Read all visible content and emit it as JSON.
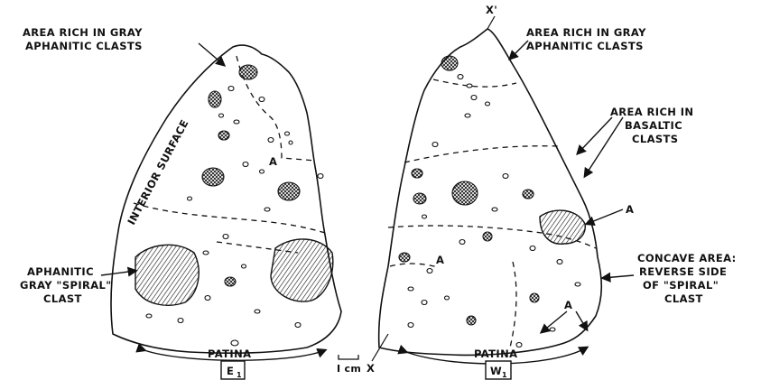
{
  "left_specimen": {
    "label_rich_gray": [
      "AREA RICH IN GRAY",
      "APHANITIC CLASTS"
    ],
    "label_interior": "INTERIOR SURFACE",
    "label_spiral": [
      "APHANITIC",
      "GRAY \"SPIRAL\"",
      "CLAST"
    ],
    "label_patina": "PATINA",
    "marker_a": "A",
    "id_label": "E",
    "id_subscript": "1"
  },
  "right_specimen": {
    "label_rich_gray": [
      "AREA RICH IN GRAY",
      "APHANITIC CLASTS"
    ],
    "label_basaltic": [
      "AREA RICH IN",
      "BASALTIC",
      "CLASTS"
    ],
    "label_concave": [
      "CONCAVE AREA:",
      "REVERSE SIDE",
      "OF \"SPIRAL\"",
      "CLAST"
    ],
    "label_patina": "PATINA",
    "marker_a": "A",
    "axis_x": "X",
    "axis_x_prime": "X'",
    "id_label": "W",
    "id_subscript": "1"
  },
  "scale_bar": {
    "label": "I cm"
  }
}
